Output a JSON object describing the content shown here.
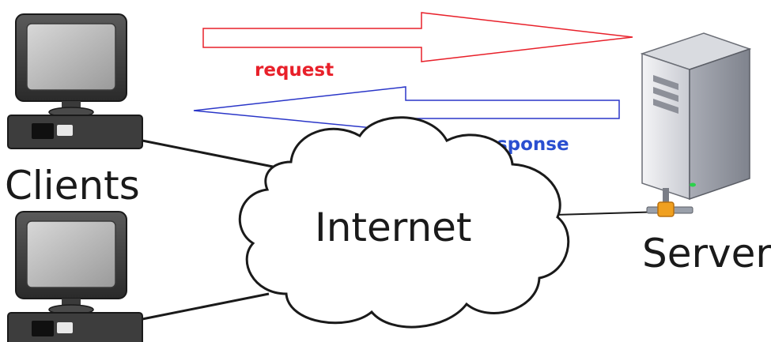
{
  "labels": {
    "request": "request",
    "response": "response",
    "clients": "Clients",
    "internet": "Internet",
    "server": "Server"
  },
  "colors": {
    "request_arrow": "#e8202a",
    "response_arrow": "#2a36c8",
    "request_text": "#e8202a",
    "response_text": "#2a4fd0",
    "line": "#1a1a1a",
    "server_connector": "#f0a020"
  },
  "icons": {
    "client_top": "desktop-computer-icon",
    "client_bottom": "desktop-computer-icon",
    "server": "tower-server-icon",
    "cloud": "cloud-icon"
  }
}
